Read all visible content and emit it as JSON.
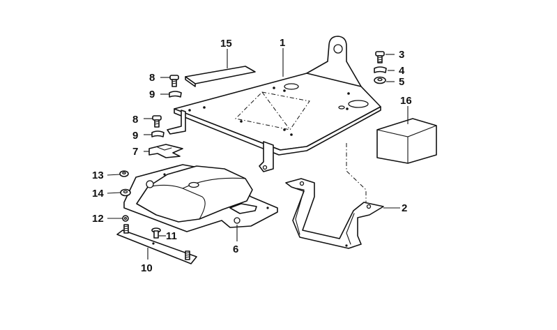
{
  "callouts": {
    "c1": "1",
    "c2": "2",
    "c3": "3",
    "c4": "4",
    "c5": "5",
    "c6": "6",
    "c7": "7",
    "c8a": "8",
    "c8b": "8",
    "c9a": "9",
    "c9b": "9",
    "c10": "10",
    "c11": "11",
    "c12": "12",
    "c13": "13",
    "c14": "14",
    "c15": "15",
    "c16": "16"
  }
}
